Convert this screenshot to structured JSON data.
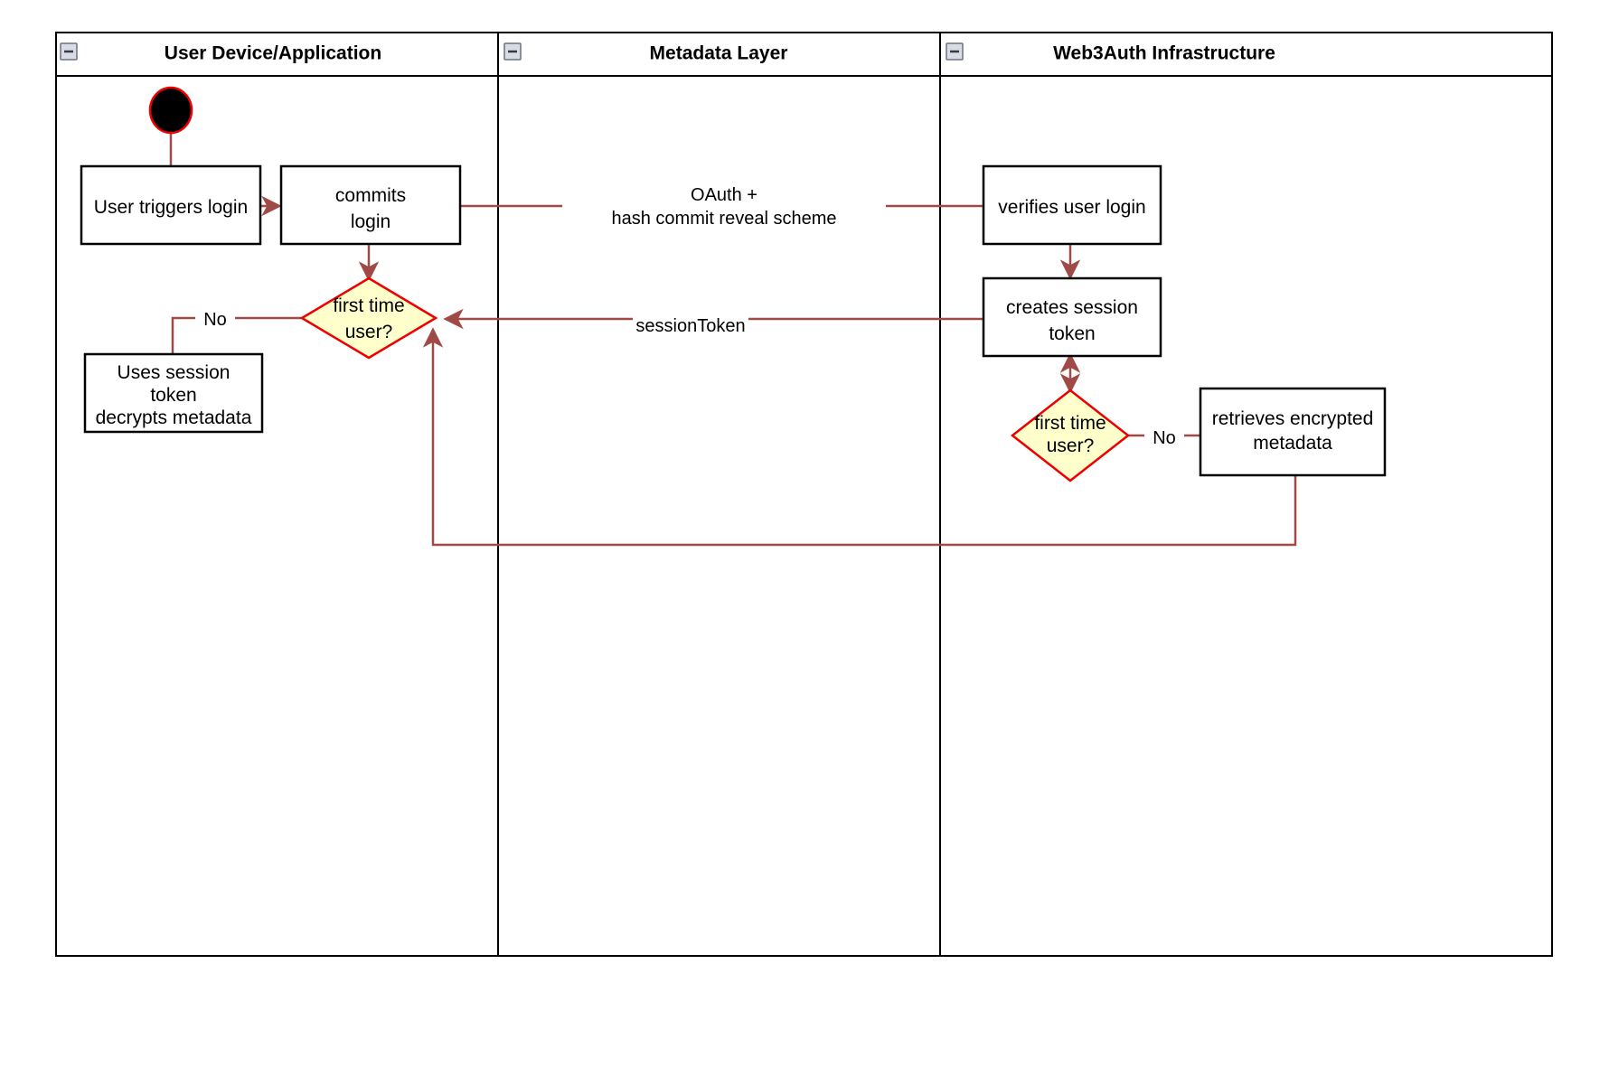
{
  "diagram": {
    "title": "Web3Auth login flow swimlane activity diagram",
    "colors": {
      "edge": "#a04a48",
      "decision_fill": "#ffffcc",
      "decision_stroke": "#ee0000",
      "node_fill": "#ffffff",
      "node_stroke": "#000000",
      "lane_header_fill": "#ffffff",
      "collapse_fill": "#d8dce4"
    },
    "lanes": [
      {
        "id": "lane-user",
        "title": "User Device/Application",
        "collapse_icon": "minus-icon"
      },
      {
        "id": "lane-metadata",
        "title": "Metadata Layer",
        "collapse_icon": "minus-icon"
      },
      {
        "id": "lane-web3auth",
        "title": "Web3Auth Infrastructure",
        "collapse_icon": "minus-icon"
      }
    ],
    "nodes": [
      {
        "id": "start",
        "type": "start",
        "lane": "lane-user",
        "label": ""
      },
      {
        "id": "user-triggers-login",
        "type": "activity",
        "lane": "lane-user",
        "label": "User triggers login"
      },
      {
        "id": "commits-login",
        "type": "activity",
        "lane": "lane-user",
        "label_line1": "commits",
        "label_line2": "login"
      },
      {
        "id": "first-time-user-left",
        "type": "decision",
        "lane": "lane-user",
        "label_line1": "first time",
        "label_line2": "user?"
      },
      {
        "id": "uses-session-token",
        "type": "activity",
        "lane": "lane-user",
        "label_line1": "Uses session",
        "label_line2": "token",
        "label_line3": "decrypts metadata"
      },
      {
        "id": "verifies-user-login",
        "type": "activity",
        "lane": "lane-web3auth",
        "label": "verifies user login"
      },
      {
        "id": "creates-session-token",
        "type": "activity",
        "lane": "lane-web3auth",
        "label_line1": "creates session",
        "label_line2": "token"
      },
      {
        "id": "first-time-user-right",
        "type": "decision",
        "lane": "lane-web3auth",
        "label_line1": "first time",
        "label_line2": "user?"
      },
      {
        "id": "retrieves-encrypted-metadata",
        "type": "activity",
        "lane": "lane-web3auth",
        "label_line1": "retrieves encrypted",
        "label_line2": "metadata"
      }
    ],
    "edge_labels": {
      "oauth_line1": "OAuth +",
      "oauth_line2": "hash commit reveal scheme",
      "session_token": "sessionToken",
      "no_left": "No",
      "no_right": "No"
    }
  }
}
